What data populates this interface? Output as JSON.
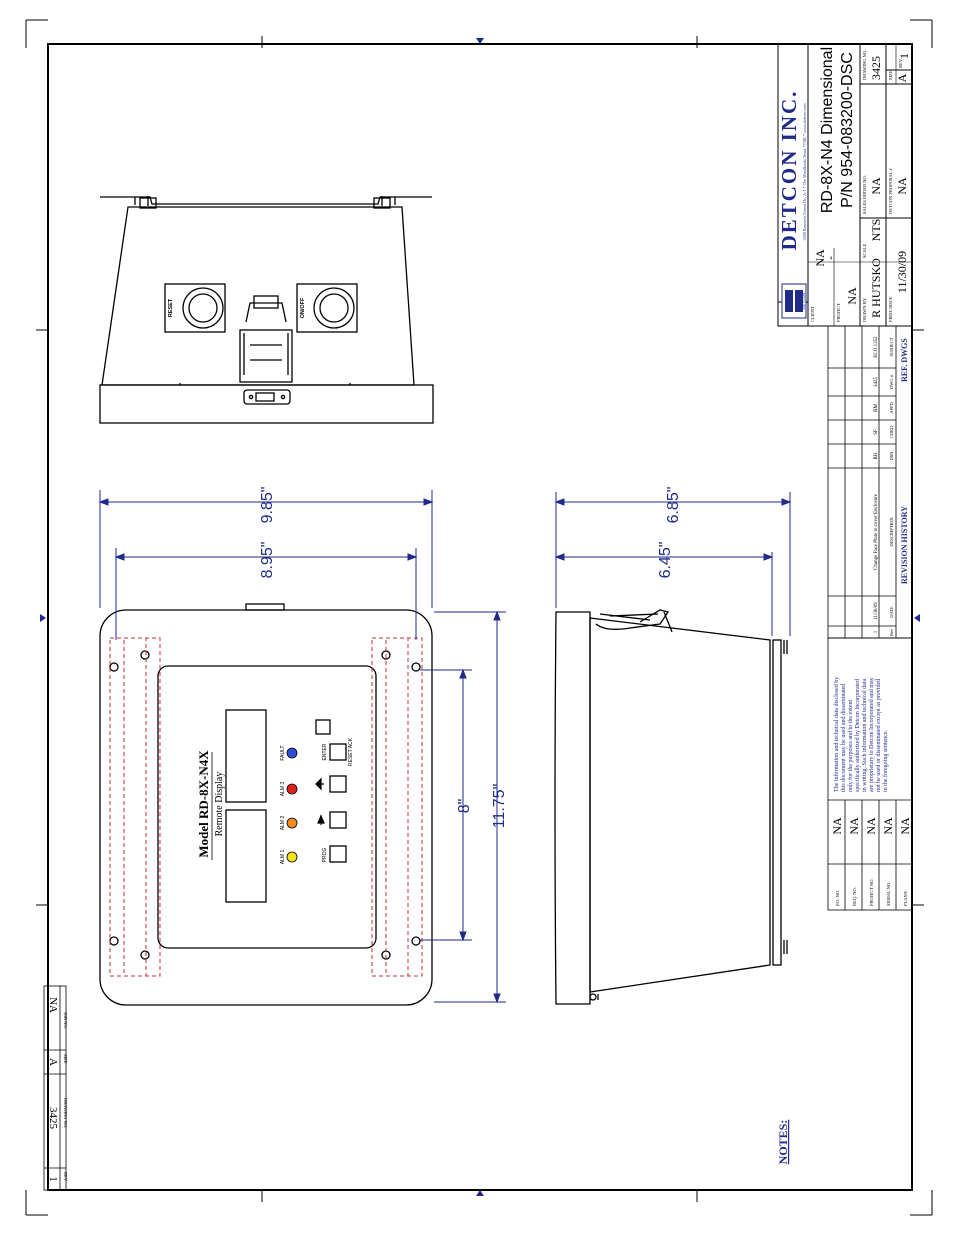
{
  "company": {
    "name": "DETCON INC.",
    "logo_text": "DETCON",
    "address": "3200 Research Forest Dr., A-1 * The Woodlands Texas 77381 * www.detcon.com"
  },
  "title_block": {
    "title_line1": "RD-8X-N4 Dimensional",
    "title_line2": "P/N 954-083200-DSC",
    "client_label": "CLIENT",
    "client_value": "NA",
    "client_dash": "-",
    "project_label": "PROJECT",
    "project_value": "NA",
    "drawn_by_label": "DRAWN BY",
    "drawn_by_value": "R HUTSKO",
    "first_issue_label": "FIRST ISSUE",
    "first_issue_value": "11/30/09",
    "scale_label": "SCALE",
    "scale_value": "NTS",
    "sales_order_label": "SALES ORDER NO.",
    "sales_order_value": "NA",
    "proposal_label": "DETCON PROPOSAL #",
    "proposal_value": "NA",
    "drawing_no_label": "DRAWING NO.",
    "drawing_no_value": "3425",
    "size_label": "SIZE",
    "size_value": "A",
    "rev_label": "REV",
    "rev_value": "1"
  },
  "revision_history": {
    "heading": "REVISION HISTORY",
    "ref_dwgs": "REF. DWGS",
    "columns": [
      "Rev",
      "DATE",
      "DESCRIPTION",
      "DSN",
      "CHKD",
      "APPD",
      "DWG #",
      "SUBJECT"
    ],
    "rows": [
      {
        "rev": "1",
        "date": "11/30/09",
        "description": "Change Face Plate to cover Enclosure",
        "dsn": "RH",
        "chkd": "SF",
        "appd": "BM",
        "dwg": "3425",
        "subject": "ECO 1352"
      }
    ]
  },
  "info_block": {
    "po_label": "P.O. NO.",
    "po_value": "NA",
    "req_label": "REQ. NO.",
    "req_value": "NA",
    "project_no_label": "PROJECT NO.",
    "project_no_value": "NA",
    "serial_label": "SERIAL NO.",
    "serial_value": "NA",
    "plant_label": "PLANT:",
    "plant_value": "NA",
    "disclaimer": [
      "The information and technical data disclosed by",
      "this document may be used and disseminated",
      "only for the purposes and to the extent",
      "specifically authorized by Detcon Incorporated",
      "in writing. Such information and technical data",
      "are proprietary to Detcon Incorporated and may",
      "not be used or disseminated except as provided",
      "in the foregoing sentence."
    ]
  },
  "small_block": {
    "drawing_no_label": "DRAWING NO.",
    "drawing_no_value": "3425",
    "size_label": "SIZE",
    "size_value": "A",
    "rev_label": "REV",
    "rev_value": "1",
    "job_label": "JOB NO.",
    "job_value": "NA"
  },
  "notes": {
    "label": "NOTES:"
  },
  "dimensions": {
    "overall_width": "9.85\"",
    "mount_width": "8.95\"",
    "overall_depth": "6.85\"",
    "mount_depth": "6.45\"",
    "mount_height": "8\"",
    "overall_height": "11.75\""
  },
  "front_panel": {
    "model": "Model RD-8X-N4X",
    "subtitle": "Remote Display",
    "leds": [
      {
        "label": "FAULT",
        "color": "#2a4fd8"
      },
      {
        "label": "ALM 3",
        "color": "#e0201a"
      },
      {
        "label": "ALM 2",
        "color": "#f08a1c"
      },
      {
        "label": "ALM 1",
        "color": "#f4e21a"
      }
    ],
    "buttons": [
      "ENTER",
      "RESET ACK",
      "PROG"
    ]
  },
  "top_view": {
    "switch1": "RESET",
    "switch2": "ON/OFF"
  },
  "colors": {
    "line": "#000000",
    "dimension": "#1f2a8a",
    "hidden": "#c0303a"
  }
}
